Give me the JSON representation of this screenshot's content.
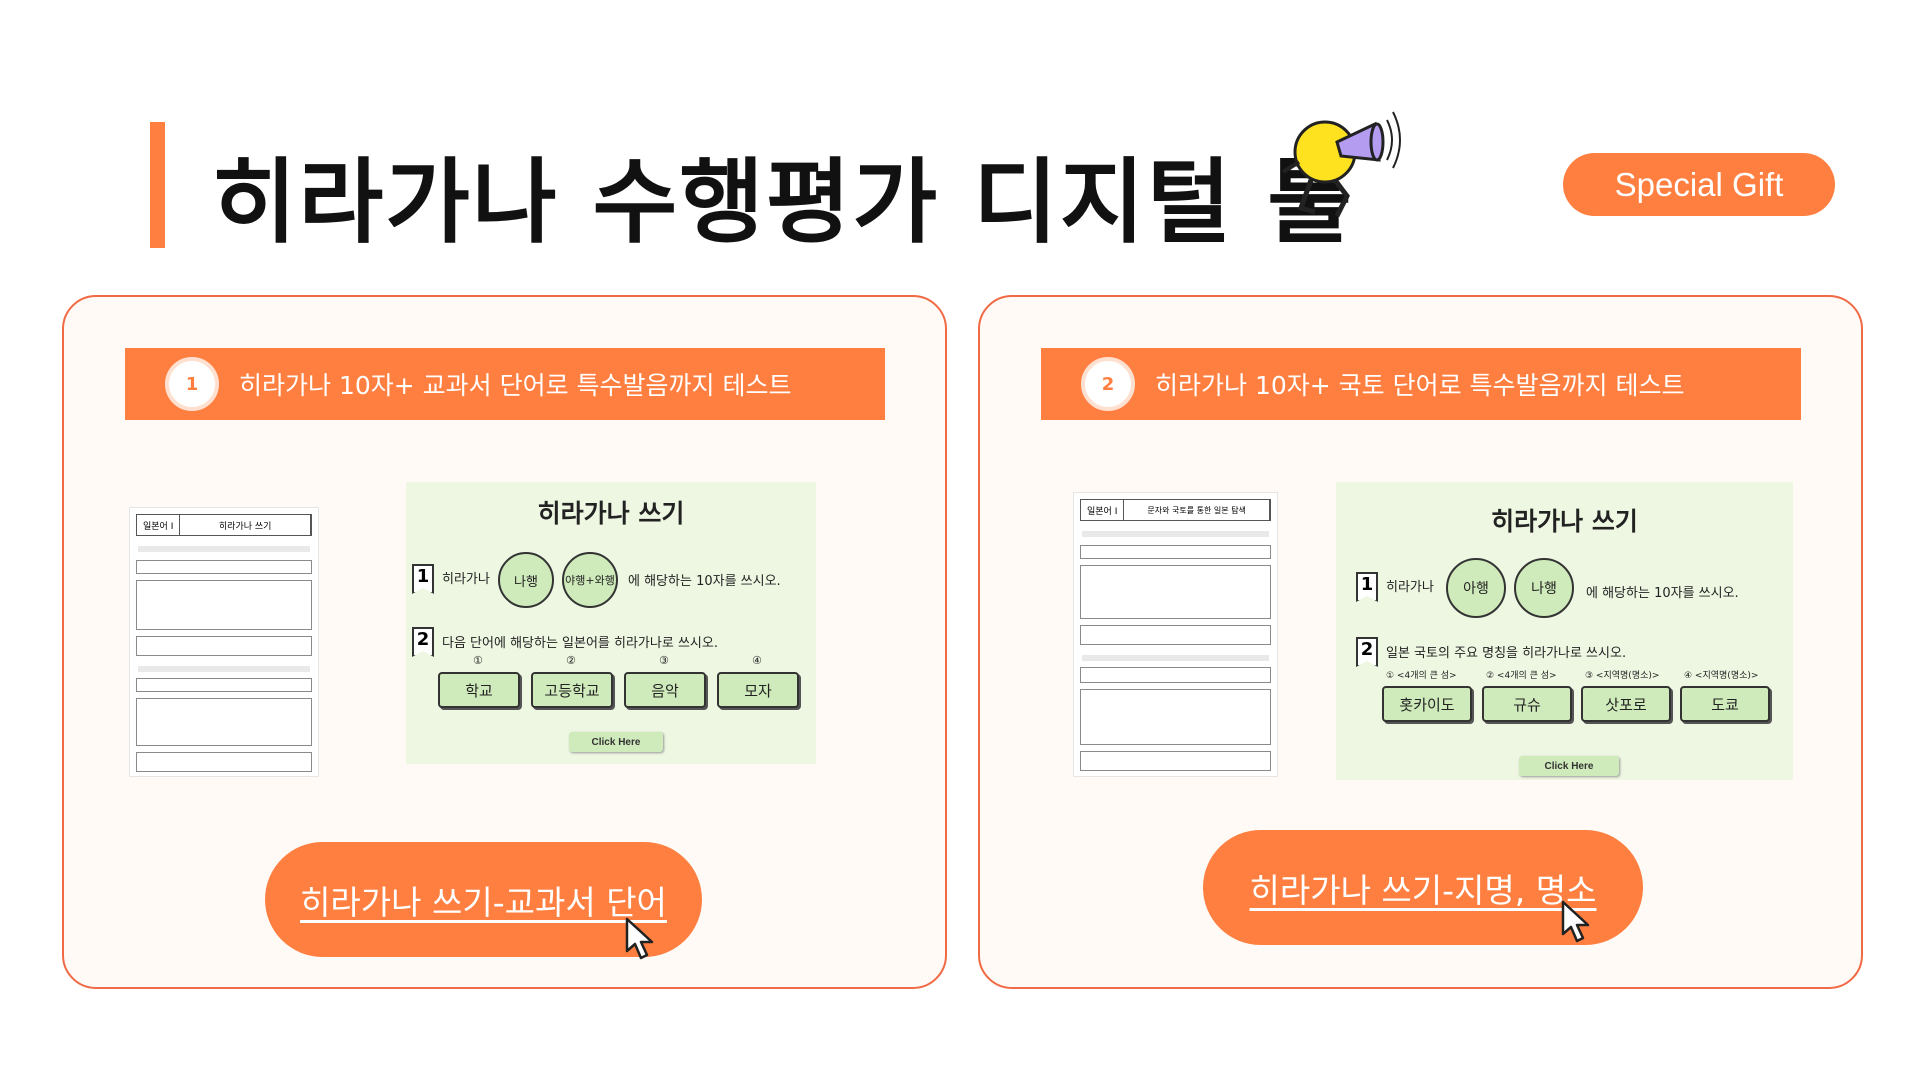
{
  "header": {
    "title": "히라가나 수행평가 디지털 툴",
    "special_gift": "Special Gift"
  },
  "colors": {
    "accent": "#ff7f41",
    "card_border": "#f06a45",
    "preview_bg": "#eef7e2",
    "answer_bg": "#cfeabb"
  },
  "cards": [
    {
      "number": "1",
      "heading": "히라가나 10자+ 교과서 단어로 특수발음까지 테스트",
      "doc": {
        "title_left": "일본어 I",
        "title_main": "히라가나 쓰기"
      },
      "preview": {
        "title": "히라가나 쓰기",
        "q1_flag": "1",
        "q1_prefix": "히라가나",
        "q1_bubbles": [
          "나행",
          "야행+와행"
        ],
        "q1_suffix": "에 해당하는 10자를 쓰시오.",
        "q2_flag": "2",
        "q2_text": "다음 단어에 해당하는 일본어를 히라가나로 쓰시오.",
        "answer_nums": [
          "①",
          "②",
          "③",
          "④"
        ],
        "answers": [
          "학교",
          "고등학교",
          "음악",
          "모자"
        ],
        "click_here": "Click Here"
      },
      "cta_label": "히라가나 쓰기-교과서 단어"
    },
    {
      "number": "2",
      "heading": "히라가나 10자+ 국토 단어로 특수발음까지 테스트",
      "doc": {
        "title_left": "일본어 I",
        "title_main": "문자와 국토를 통한 일본 탐색"
      },
      "preview": {
        "title": "히라가나 쓰기",
        "q1_flag": "1",
        "q1_prefix": "히라가나",
        "q1_bubbles": [
          "아행",
          "나행"
        ],
        "q1_suffix": "에 해당하는 10자를 쓰시오.",
        "q2_flag": "2",
        "q2_text": "일본 국토의 주요 명칭을 히라가나로 쓰시오.",
        "answer_nums": [
          "① <4개의 큰 섬>",
          "② <4개의 큰 섬>",
          "③ <지역명(명소)>",
          "④ <지역명(명소)>"
        ],
        "answers": [
          "홋카이도",
          "규슈",
          "삿포로",
          "도쿄"
        ],
        "click_here": "Click Here"
      },
      "cta_label": "히라가나 쓰기-지명, 명소"
    }
  ]
}
